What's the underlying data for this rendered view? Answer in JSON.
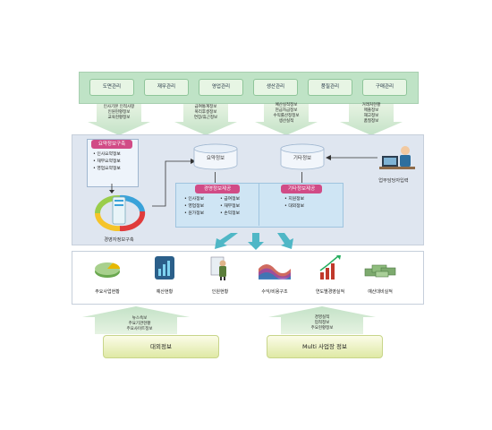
{
  "top_modules": [
    "도면관리",
    "재무관리",
    "영업관리",
    "생산관리",
    "품질관리",
    "구매관리"
  ],
  "arrow_groups": [
    {
      "lines": [
        "인사기본 인적사항",
        "인원현황정보",
        "교육현황정보"
      ]
    },
    {
      "lines": [
        "급여통계정보",
        "복리후생정보",
        "연장/휴근정보"
      ]
    },
    {
      "lines": [
        "예산실적정보",
        "현금자금정보",
        "수익률산정정보",
        "생산실적"
      ]
    },
    {
      "lines": [
        "거래처현황",
        "매출정보",
        "재고정보",
        "품질정보"
      ]
    }
  ],
  "summary_box": {
    "title": "요약정보구축",
    "items": [
      "인사요약정보",
      "재무요약정보",
      "영업요약정보"
    ]
  },
  "cycle_label": "경영자정보구축",
  "db1": {
    "label": "요약정보"
  },
  "db2": {
    "label": "기타정보"
  },
  "user_label": "업무담당자입력",
  "panel1": {
    "title": "경영정보제공",
    "items": [
      "인사정보",
      "급여정보",
      "영업정보",
      "재무정보",
      "원가정보",
      "손익정보"
    ]
  },
  "panel2": {
    "title": "기타정보제공",
    "items": [
      "지원정보",
      "대외정보"
    ]
  },
  "icons": [
    {
      "name": "pie-chart-icon",
      "label": "주요사업현황"
    },
    {
      "name": "bar-chart-icon",
      "label": "예산현황"
    },
    {
      "name": "person-icon",
      "label": "인원현황"
    },
    {
      "name": "wave-chart-icon",
      "label": "수익/비용구조"
    },
    {
      "name": "growth-chart-icon",
      "label": "연도별경영실적"
    },
    {
      "name": "money-icon",
      "label": "예산대비실적"
    }
  ],
  "bottom_left": {
    "lines": [
      "뉴스속보",
      "주요기관현황",
      "주요사이트정보"
    ],
    "label": "대외정보"
  },
  "bottom_right": {
    "lines": [
      "경영실적",
      "업적정보",
      "주요현황정보"
    ],
    "label": "Multi 사업장 정보"
  },
  "colors": {
    "accent_pink": "#d14b86",
    "band_green": "#bfe3c6",
    "arrow_teal": "#4fb7c6",
    "panel_blue": "#cfe5f4"
  }
}
